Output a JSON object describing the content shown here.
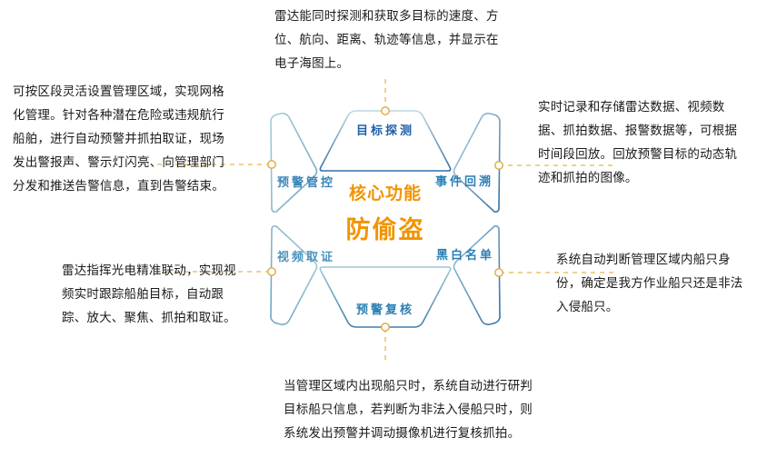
{
  "diagram": {
    "core": {
      "line1": "核心功能",
      "line2": "防偷盗",
      "color": "#f29400"
    },
    "petals": [
      {
        "id": "target-detection",
        "label": "目标探测",
        "label_color": "#1f5fa8",
        "position": "top"
      },
      {
        "id": "event-review",
        "label": "事件回溯",
        "label_color": "#2a7fb5",
        "position": "top-right"
      },
      {
        "id": "black-white-list",
        "label": "黑白名单",
        "label_color": "#2a7fb5",
        "position": "bottom-right"
      },
      {
        "id": "alarm-recheck",
        "label": "预警复核",
        "label_color": "#2a7fb5",
        "position": "bottom"
      },
      {
        "id": "video-evidence",
        "label": "视频取证",
        "label_color": "#4a93bd",
        "position": "bottom-left"
      },
      {
        "id": "alarm-control",
        "label": "预警管控",
        "label_color": "#3a86b8",
        "position": "top-left"
      }
    ],
    "connector": {
      "line_color": "#e8b84b",
      "dash": "5 5",
      "node_fill": "#ffffff",
      "node_stroke": "#e0a83c"
    },
    "petal_stroke_from": "#7fb3c8",
    "petal_stroke_to": "#2f6fa8"
  },
  "annotations": {
    "top": "雷达能同时探测和获取多目标的速度、方位、航向、距离、轨迹等信息，并显示在电子海图上。",
    "top_left": "可按区段灵活设置管理区域，实现网格化管理。针对各种潜在危险或违规航行船舶，进行自动预警并抓拍取证，现场发出警报声、警示灯闪亮、向管理部门分发和推送告警信息，直到告警结束。",
    "top_right": "实时记录和存储雷达数据、视频数据、抓拍数据、报警数据等，可根据时间段回放。回放预警目标的动态轨迹和抓拍的图像。",
    "bottom_right": "系统自动判断管理区域内船只身份，确定是我方作业船只还是非法入侵船只。",
    "bottom_left": "雷达指挥光电精准联动，实现视频实时跟踪船舶目标，自动跟踪、放大、聚焦、抓拍和取证。",
    "bottom": "当管理区域内出现船只时，系统自动进行研判目标船只信息，若判断为非法入侵船只时，则系统发出预警并调动摄像机进行复核抓拍。"
  }
}
